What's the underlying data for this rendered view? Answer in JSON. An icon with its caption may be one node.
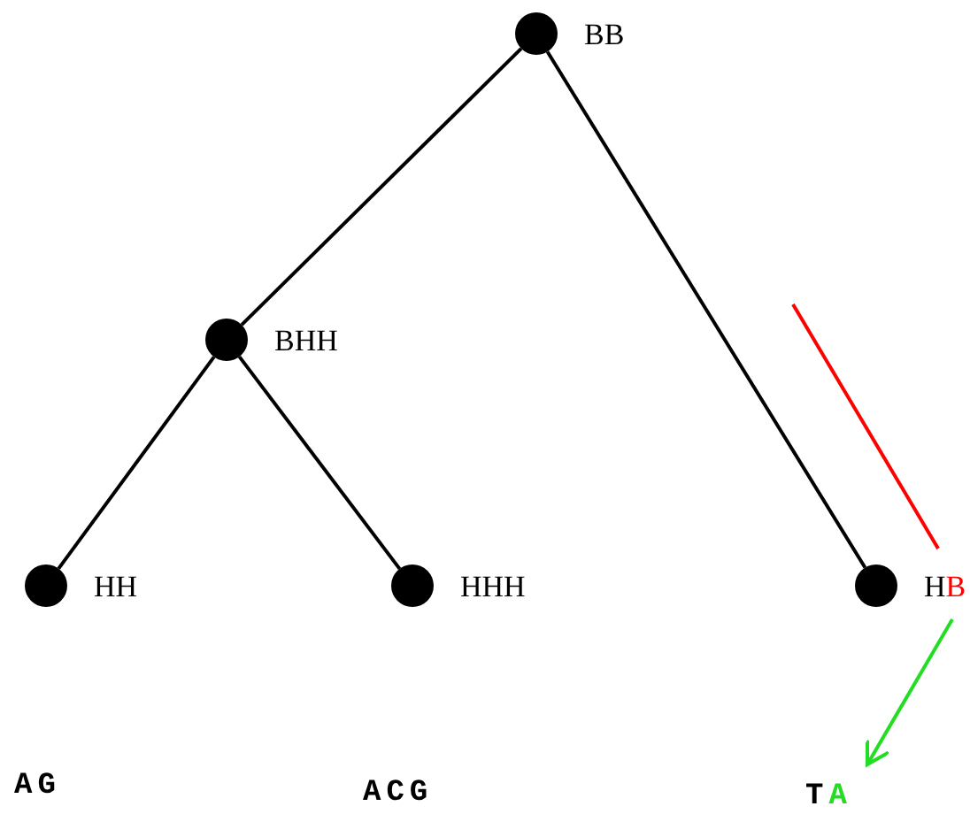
{
  "diagram": {
    "nodes": [
      {
        "text": [],
        "shape": "circle",
        "beside": [
          "BB"
        ]
      },
      {
        "text": [],
        "shape": "circle",
        "beside": [
          "BHH"
        ]
      },
      {
        "text": [],
        "shape": "circle",
        "beside": [
          "HH"
        ]
      },
      {
        "text": [],
        "shape": "circle",
        "beside": [
          "HHH"
        ]
      },
      {
        "text": [],
        "shape": "circle",
        "beside": [
          "HB"
        ]
      },
      {
        "text": [
          "TA"
        ]
      }
    ],
    "edges": [
      {
        "from": 0,
        "to": 1,
        "arrow": "none"
      },
      {
        "from": 0,
        "to": 4,
        "arrow": "none"
      },
      {
        "from": 1,
        "to": 2,
        "arrow": "none"
      },
      {
        "from": 1,
        "to": 3,
        "arrow": "none"
      },
      {
        "from": 4,
        "to": 5,
        "arrow": "to",
        "color": "#22dd22"
      }
    ],
    "labels": [
      "AG",
      "ACG"
    ]
  }
}
